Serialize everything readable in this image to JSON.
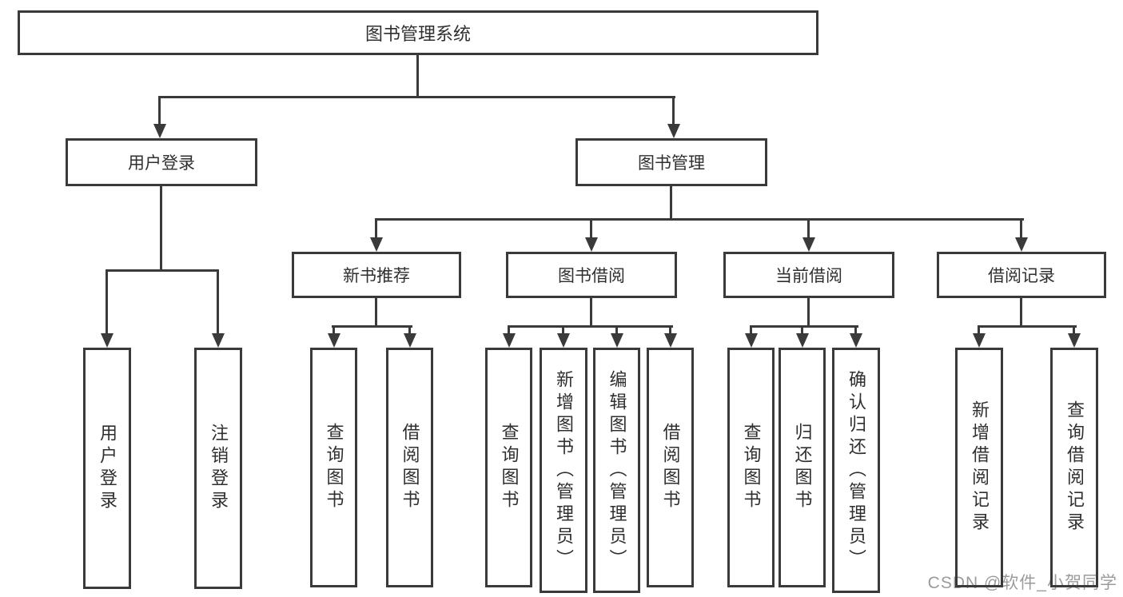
{
  "diagram": {
    "title": "图书管理系统",
    "watermark": "CSDN @软件_小贺同学",
    "colors": {
      "line": "#3a3a3a",
      "text": "#2f2f2f",
      "watermark": "#9b9b9b",
      "background": "#ffffff"
    },
    "nodes": {
      "root": {
        "label": "图书管理系统"
      },
      "level2": [
        {
          "id": "user-login",
          "label": "用户登录",
          "parent": "图书管理系统"
        },
        {
          "id": "book-management",
          "label": "图书管理",
          "parent": "图书管理系统"
        }
      ],
      "level3": [
        {
          "id": "new-book-recommend",
          "label": "新书推荐",
          "parent": "图书管理"
        },
        {
          "id": "book-borrow",
          "label": "图书借阅",
          "parent": "图书管理"
        },
        {
          "id": "current-borrow",
          "label": "当前借阅",
          "parent": "图书管理"
        },
        {
          "id": "borrow-records",
          "label": "借阅记录",
          "parent": "图书管理"
        }
      ],
      "leaves": [
        {
          "label": "用户登录",
          "parent": "用户登录"
        },
        {
          "label": "注销登录",
          "parent": "用户登录"
        },
        {
          "label": "查询图书",
          "parent": "新书推荐"
        },
        {
          "label": "借阅图书",
          "parent": "新书推荐"
        },
        {
          "label": "查询图书",
          "parent": "图书借阅"
        },
        {
          "label": "新增图书（管理员）",
          "parent": "图书借阅"
        },
        {
          "label": "编辑图书（管理员）",
          "parent": "图书借阅"
        },
        {
          "label": "借阅图书",
          "parent": "图书借阅"
        },
        {
          "label": "查询图书",
          "parent": "当前借阅"
        },
        {
          "label": "归还图书",
          "parent": "当前借阅"
        },
        {
          "label": "确认归还（管理员）",
          "parent": "当前借阅"
        },
        {
          "label": "新增借阅记录",
          "parent": "借阅记录"
        },
        {
          "label": "查询借阅记录",
          "parent": "借阅记录"
        }
      ]
    }
  }
}
